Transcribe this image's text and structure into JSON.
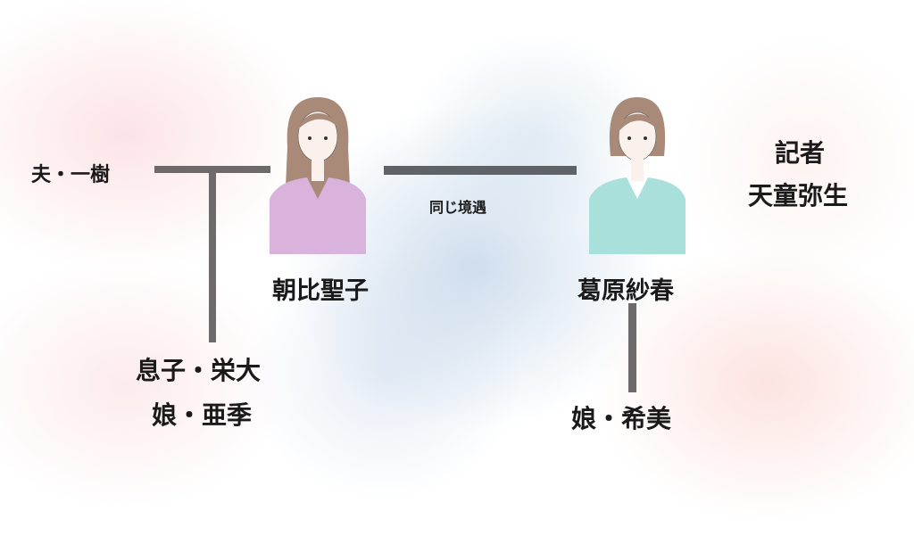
{
  "people": {
    "husband": "夫・一樹",
    "seiko": "朝比聖子",
    "saharu": "葛原紗春",
    "son": "息子・栄大",
    "daughter_aki": "娘・亜季",
    "daughter_nozomi": "娘・希美",
    "reporter_role": "記者",
    "reporter_name": "天童弥生"
  },
  "relation_label": "同じ境遇",
  "colors": {
    "line": "#6e6a6c",
    "seiko_top": "#d9b3dc",
    "saharu_top": "#a9e0dc",
    "hair": "#9a7b6a"
  }
}
